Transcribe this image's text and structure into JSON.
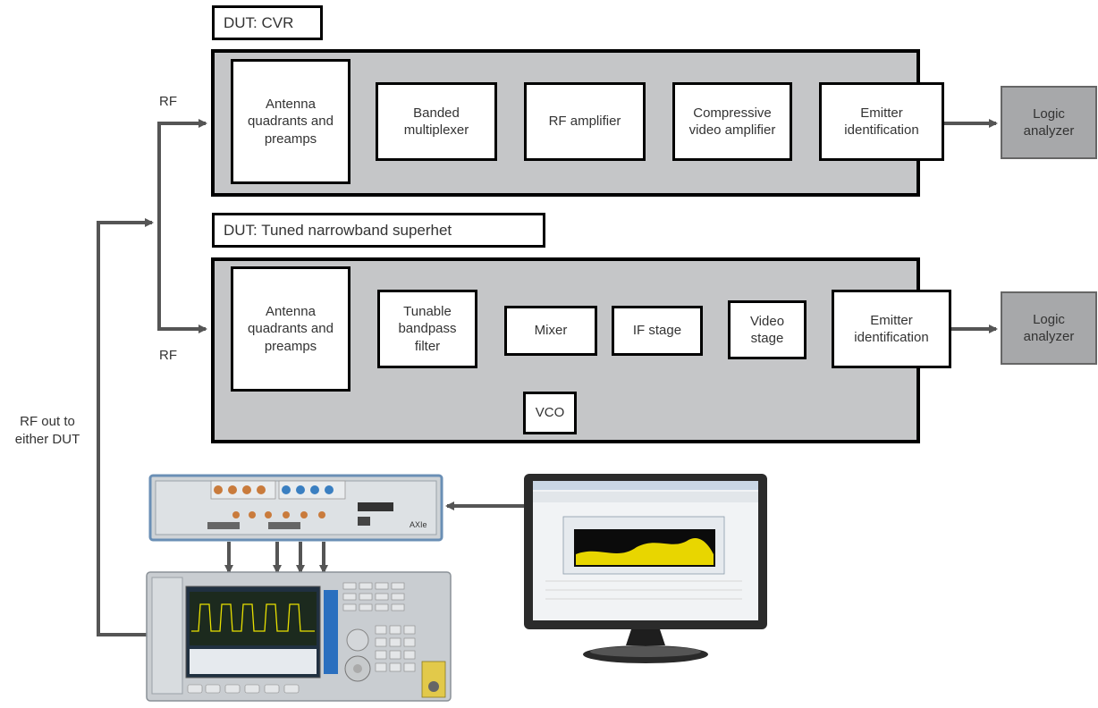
{
  "cvr": {
    "title": "DUT: CVR",
    "antenna": "Antenna quadrants and preamps",
    "multiplexer": "Banded multiplexer",
    "rf_amp": "RF amplifier",
    "video_amp": "Compressive video amplifier",
    "emitter": "Emitter identification",
    "logic": "Logic analyzer"
  },
  "superhet": {
    "title": "DUT: Tuned narrowband superhet",
    "antenna": "Antenna quadrants and preamps",
    "filter": "Tunable bandpass filter",
    "mixer": "Mixer",
    "vco": "VCO",
    "if_stage": "IF stage",
    "video_stage": "Video stage",
    "emitter": "Emitter identification",
    "logic": "Logic analyzer"
  },
  "labels": {
    "rf_top": "RF",
    "rf_bottom": "RF",
    "rf_out": "RF out to either DUT"
  },
  "colors": {
    "panel": "#c5c6c8",
    "arrow": "#555555",
    "logic_box": "#a7a8aa",
    "instrument_body": "#d9dcdf",
    "screen_trace": "#e8e000",
    "connector": "#c97b3c",
    "connector_blue": "#3a7fc1"
  }
}
